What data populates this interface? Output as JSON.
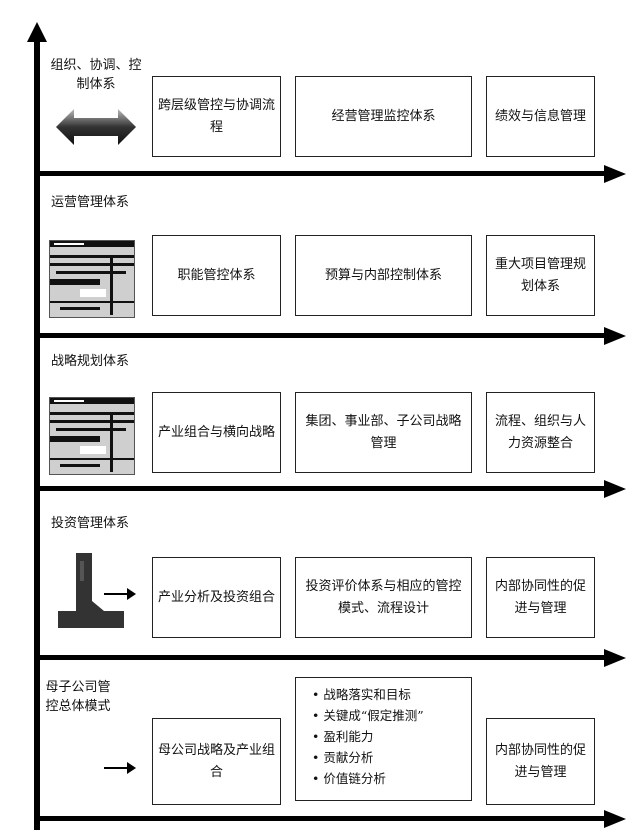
{
  "rows": [
    {
      "label": "组织、协调、控制体系",
      "boxes": [
        "跨层级管控与协调流程",
        "经营管理监控体系",
        "绩效与信息管理"
      ],
      "icon": "double-arrow-icon"
    },
    {
      "label": "运营管理体系",
      "boxes": [
        "职能管控体系",
        "预算与内部控制体系",
        "重大项目管理规划体系"
      ],
      "icon": "spreadsheet-thumbnail-icon"
    },
    {
      "label": "战略规划体系",
      "boxes": [
        "产业组合与横向战略",
        "集团、事业部、子公司战略管理",
        "流程、组织与人力资源整合"
      ],
      "icon": "spreadsheet-thumbnail-icon"
    },
    {
      "label": "投资管理体系",
      "boxes": [
        "产业分析及投资组合",
        "投资评价体系与相应的管控模式、流程设计",
        "内部协同性的促进与管理"
      ],
      "icon": "block-shape-icon"
    },
    {
      "label": "母子公司管控总体模式",
      "boxes": [
        "母公司战略及产业组合",
        "内部协同性的促进与管理"
      ],
      "bullets": [
        "战略落实和目标",
        "关键成“假定推测”",
        "盈利能力",
        "贡献分析",
        "价值链分析"
      ],
      "icon": "right-arrow-icon"
    }
  ]
}
